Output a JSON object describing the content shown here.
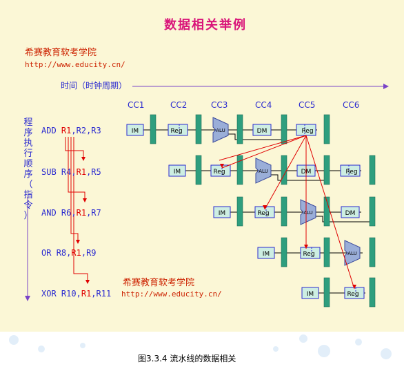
{
  "title": "数据相关举例",
  "brand": {
    "name_top": "希赛教育软考学院",
    "url_top": "http://www.educity.cn/",
    "name_mid": "希赛教育软考学院",
    "url_mid": "http://www.educity.cn/"
  },
  "time_axis_label": "时间（时钟周期）",
  "vertical_label": [
    "程",
    "序",
    "执",
    "行",
    "顺",
    "序",
    "（",
    "指",
    "令",
    "）"
  ],
  "cycles": [
    "CC1",
    "CC2",
    "CC3",
    "CC4",
    "CC5",
    "CC6"
  ],
  "instructions": [
    {
      "op": "ADD",
      "dst": "R1",
      "src": [
        "R2",
        "R3"
      ]
    },
    {
      "op": "SUB",
      "dst": "R4",
      "src": [
        "R1",
        "R5"
      ]
    },
    {
      "op": "AND",
      "dst": "R6",
      "src": [
        "R1",
        "R7"
      ]
    },
    {
      "op": "OR",
      "dst": "R8",
      "src": [
        "R1",
        "R9"
      ]
    },
    {
      "op": "XOR",
      "dst": "R10",
      "src": [
        "R1",
        "R11"
      ]
    }
  ],
  "stage_labels": {
    "im": "IM",
    "reg": "Reg",
    "alu": "ALU",
    "dm": "DM"
  },
  "caption": "图3.3.4 流水线的数据相关",
  "colors": {
    "background": "#fbf7d6",
    "bar": "#2e9e7e",
    "box": "#cdeee2",
    "box_border": "#2a2ad0",
    "dependency_line": "#e00000",
    "axis": "#7a44c8",
    "title": "#d9157a"
  }
}
